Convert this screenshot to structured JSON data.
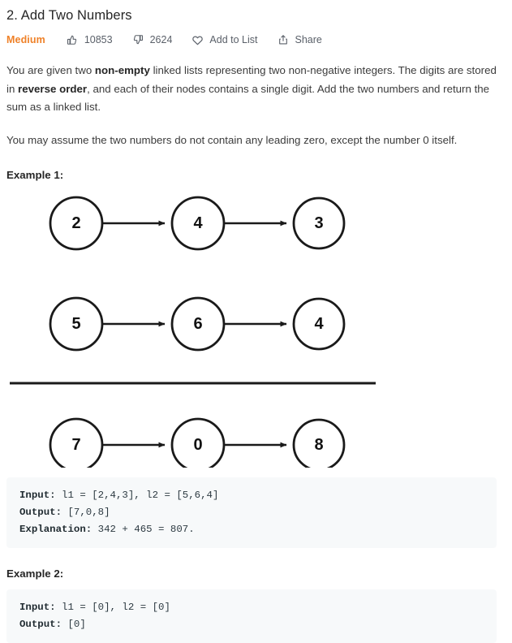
{
  "problem": {
    "title": "2. Add Two Numbers",
    "difficulty": "Medium",
    "meta": [
      {
        "icon": "thumbs-up-icon",
        "label": "10853",
        "name": "likes"
      },
      {
        "icon": "thumbs-down-icon",
        "label": "2624",
        "name": "dislikes"
      },
      {
        "icon": "heart-outline-icon",
        "label": "Add to List",
        "name": "add-to-list"
      },
      {
        "icon": "share-icon",
        "label": "Share",
        "name": "share"
      }
    ],
    "description": {
      "p1_a": "You are given two ",
      "p1_b": "non-empty",
      "p1_c": " linked lists representing two non-negative integers. The digits are stored in ",
      "p1_d": "reverse order",
      "p1_e": ", and each of their nodes contains a single digit. Add the two numbers and return the sum as a linked list.",
      "p2": "You may assume the two numbers do not contain any leading zero, except the number 0 itself."
    }
  },
  "examples": [
    {
      "heading": "Example 1:",
      "diagram": {
        "rows": [
          {
            "name": "addend-1",
            "values": [
              "2",
              "4",
              "3"
            ]
          },
          {
            "name": "addend-2",
            "values": [
              "5",
              "6",
              "4"
            ]
          },
          {
            "name": "sum",
            "values": [
              "7",
              "0",
              "8"
            ]
          }
        ],
        "divider": true
      },
      "code": [
        {
          "label": "Input:",
          "value": " l1 = [2,4,3], l2 = [5,6,4]"
        },
        {
          "label": "Output:",
          "value": " [7,0,8]"
        },
        {
          "label": "Explanation:",
          "value": " 342 + 465 = 807."
        }
      ]
    },
    {
      "heading": "Example 2:",
      "code": [
        {
          "label": "Input:",
          "value": " l1 = [0], l2 = [0]"
        },
        {
          "label": "Output:",
          "value": " [0]"
        }
      ]
    }
  ],
  "colors": {
    "difficulty": "#ef8128",
    "code_bg": "#f7f9fa",
    "text": "#3c3c3c",
    "meta_text": "#5a6069",
    "diagram_stroke": "#1a1a1a"
  }
}
